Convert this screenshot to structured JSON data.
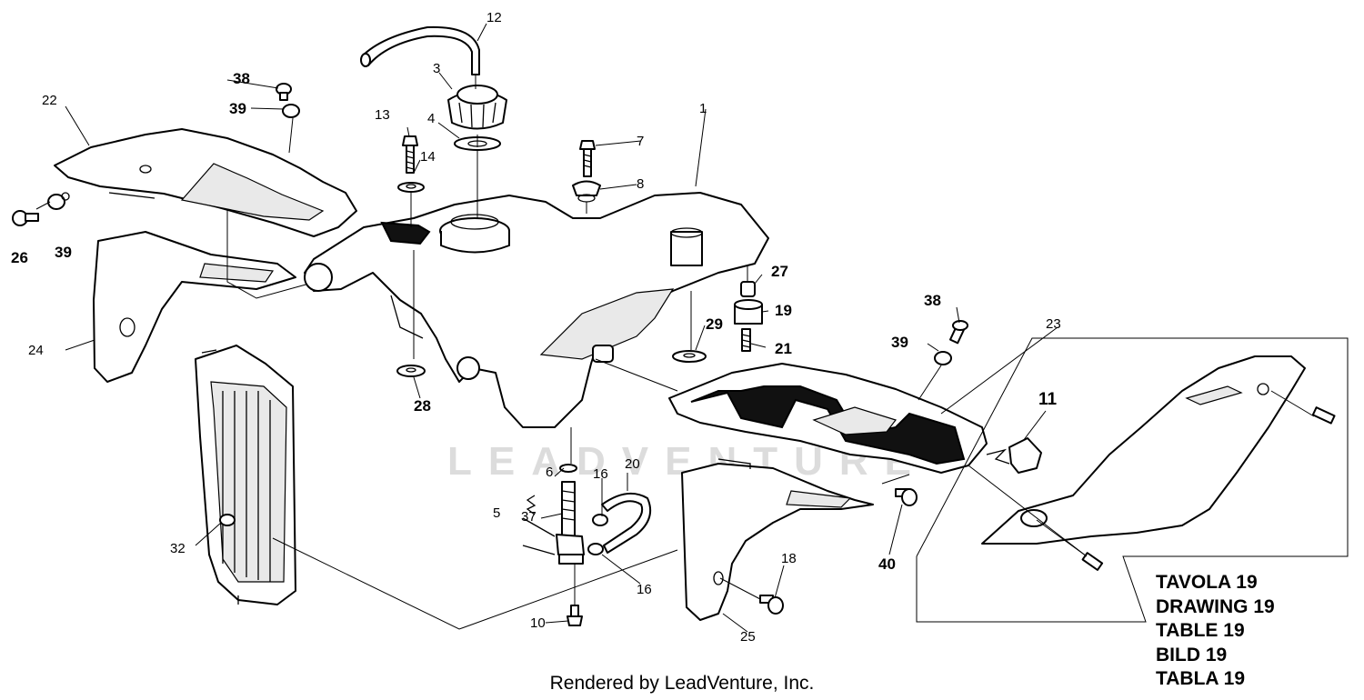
{
  "watermark": "LEADVENTURE",
  "footer": "Rendered by LeadVenture, Inc.",
  "drawing_titles": [
    "TAVOLA 19",
    "DRAWING 19",
    "TABLE 19",
    "BILD 19",
    "TABLA 19"
  ],
  "callouts": {
    "c1": "1",
    "c3": "3",
    "c4": "4",
    "c5": "5",
    "c6": "6",
    "c7": "7",
    "c8": "8",
    "c10": "10",
    "c11": "11",
    "c12": "12",
    "c13": "13",
    "c14": "14",
    "c16a": "16",
    "c16b": "16",
    "c18": "18",
    "c19": "19",
    "c20": "20",
    "c21": "21",
    "c22": "22",
    "c23": "23",
    "c24": "24",
    "c25": "25",
    "c26": "26",
    "c27": "27",
    "c28": "28",
    "c29": "29",
    "c32": "32",
    "c37": "37",
    "c38a": "38",
    "c38b": "38",
    "c39a": "39",
    "c39b": "39",
    "c39c": "39",
    "c40": "40"
  }
}
